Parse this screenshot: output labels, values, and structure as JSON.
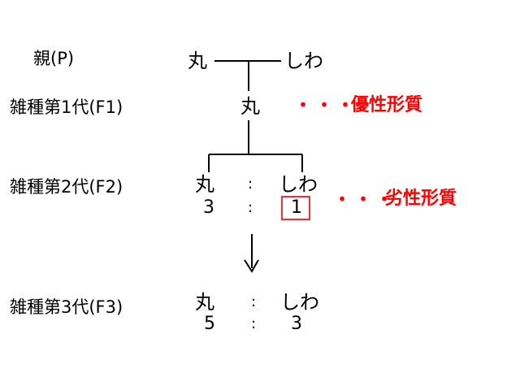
{
  "generations": {
    "p": "親(P)",
    "f1": "雑種第1代(F1)",
    "f2": "雑種第2代(F2)",
    "f3": "雑種第3代(F3)"
  },
  "traits": {
    "round": "丸",
    "wrinkled": "しわ"
  },
  "ratios": {
    "f2_round": "3",
    "f2_wrinkled": "1",
    "f3_round": "5",
    "f3_wrinkled": "3",
    "separator": ":"
  },
  "annotations": {
    "dots": "・・・",
    "dominant": "優性形質",
    "recessive": "劣性形質"
  },
  "colors": {
    "annotation": "#ff0000",
    "highlight_box": "#e8323c"
  }
}
